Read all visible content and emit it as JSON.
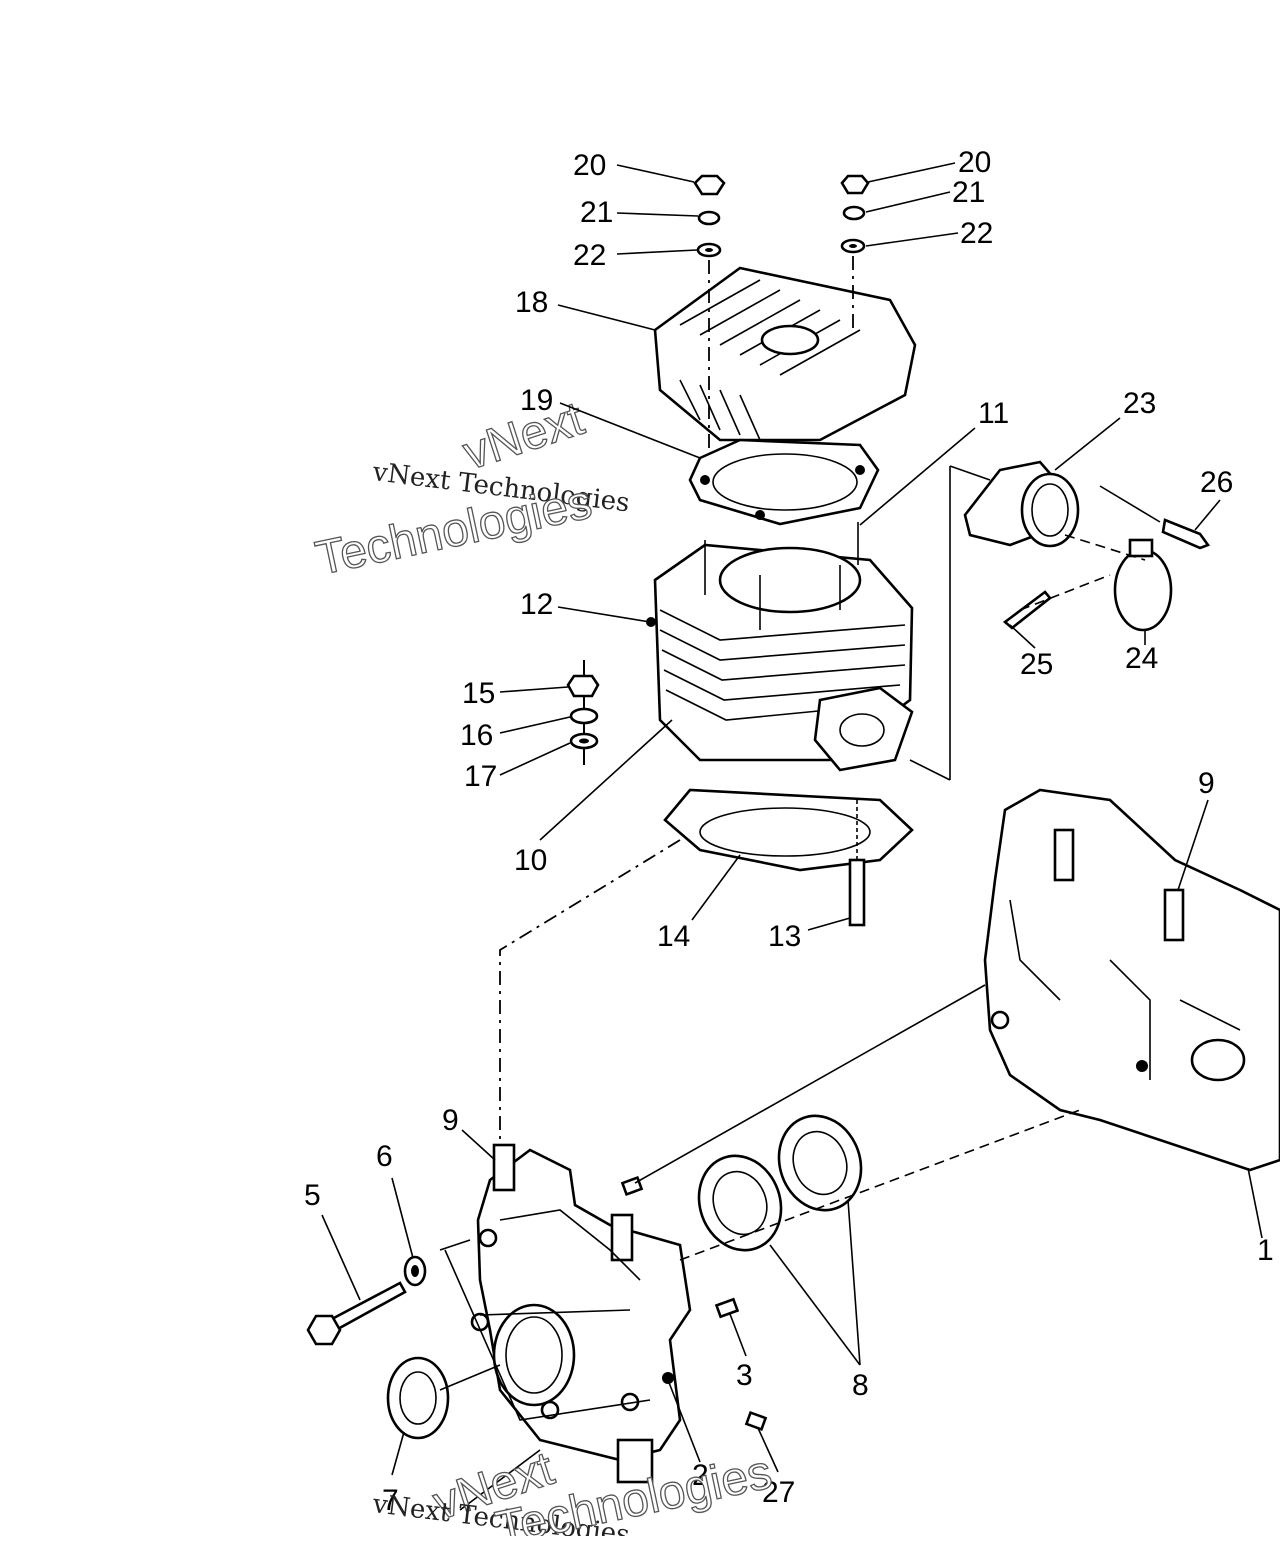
{
  "callouts": [
    {
      "id": "20a",
      "text": "20"
    },
    {
      "id": "21a",
      "text": "21"
    },
    {
      "id": "22a",
      "text": "22"
    },
    {
      "id": "20b",
      "text": "20"
    },
    {
      "id": "21b",
      "text": "21"
    },
    {
      "id": "22b",
      "text": "22"
    },
    {
      "id": "18",
      "text": "18"
    },
    {
      "id": "19",
      "text": "19"
    },
    {
      "id": "11",
      "text": "11"
    },
    {
      "id": "23",
      "text": "23"
    },
    {
      "id": "26",
      "text": "26"
    },
    {
      "id": "12",
      "text": "12"
    },
    {
      "id": "25",
      "text": "25"
    },
    {
      "id": "24",
      "text": "24"
    },
    {
      "id": "15",
      "text": "15"
    },
    {
      "id": "16",
      "text": "16"
    },
    {
      "id": "17",
      "text": "17"
    },
    {
      "id": "10",
      "text": "10"
    },
    {
      "id": "9a",
      "text": "9"
    },
    {
      "id": "14",
      "text": "14"
    },
    {
      "id": "13",
      "text": "13"
    },
    {
      "id": "9b",
      "text": "9"
    },
    {
      "id": "6",
      "text": "6"
    },
    {
      "id": "5",
      "text": "5"
    },
    {
      "id": "1",
      "text": "1"
    },
    {
      "id": "3",
      "text": "3"
    },
    {
      "id": "8",
      "text": "8"
    },
    {
      "id": "7",
      "text": "7"
    },
    {
      "id": "2",
      "text": "2"
    },
    {
      "id": "27",
      "text": "27"
    }
  ],
  "watermarks": {
    "brand_short": "vNext",
    "brand_full": "vNext Technologies",
    "brand_second": "Technologies"
  }
}
